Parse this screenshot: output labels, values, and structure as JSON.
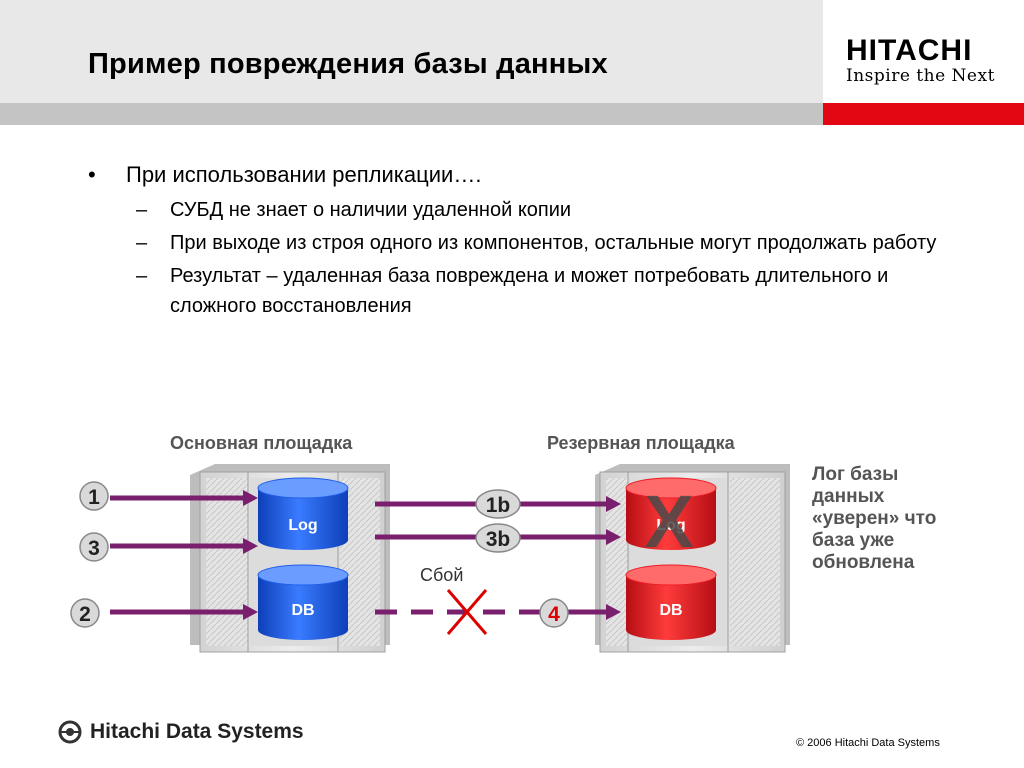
{
  "header": {
    "title": "Пример повреждения базы данных",
    "logo_main": "HITACHI",
    "logo_sub": "Inspire the Next"
  },
  "bullets": {
    "main": "При использовании репликации….",
    "subs": [
      "СУБД не знает о наличии удаленной копии",
      "При выходе из строя одного из компонентов, остальные могут продолжать работу",
      "Результат – удаленная база повреждена и может потребовать длительного и сложного восстановления"
    ]
  },
  "diagram": {
    "primary_site": "Основная площадка",
    "backup_site": "Резервная площадка",
    "log_label": "Log",
    "db_label": "DB",
    "failure_label": "Сбой",
    "steps": {
      "s1": "1",
      "s2": "2",
      "s3": "3",
      "s1b": "1b",
      "s3b": "3b",
      "s4": "4",
      "x_mark": "X"
    },
    "note_lines": [
      "Лог базы",
      "данных",
      "«уверен» что",
      "база уже",
      "обновлена"
    ],
    "colors": {
      "arrow": "#7a1f6e",
      "blue": "#1f5fe8",
      "red": "#ee1c25",
      "x": "#cc0000"
    }
  },
  "footer": {
    "company": "Hitachi Data Systems",
    "copyright": "© 2006 Hitachi Data Systems"
  }
}
